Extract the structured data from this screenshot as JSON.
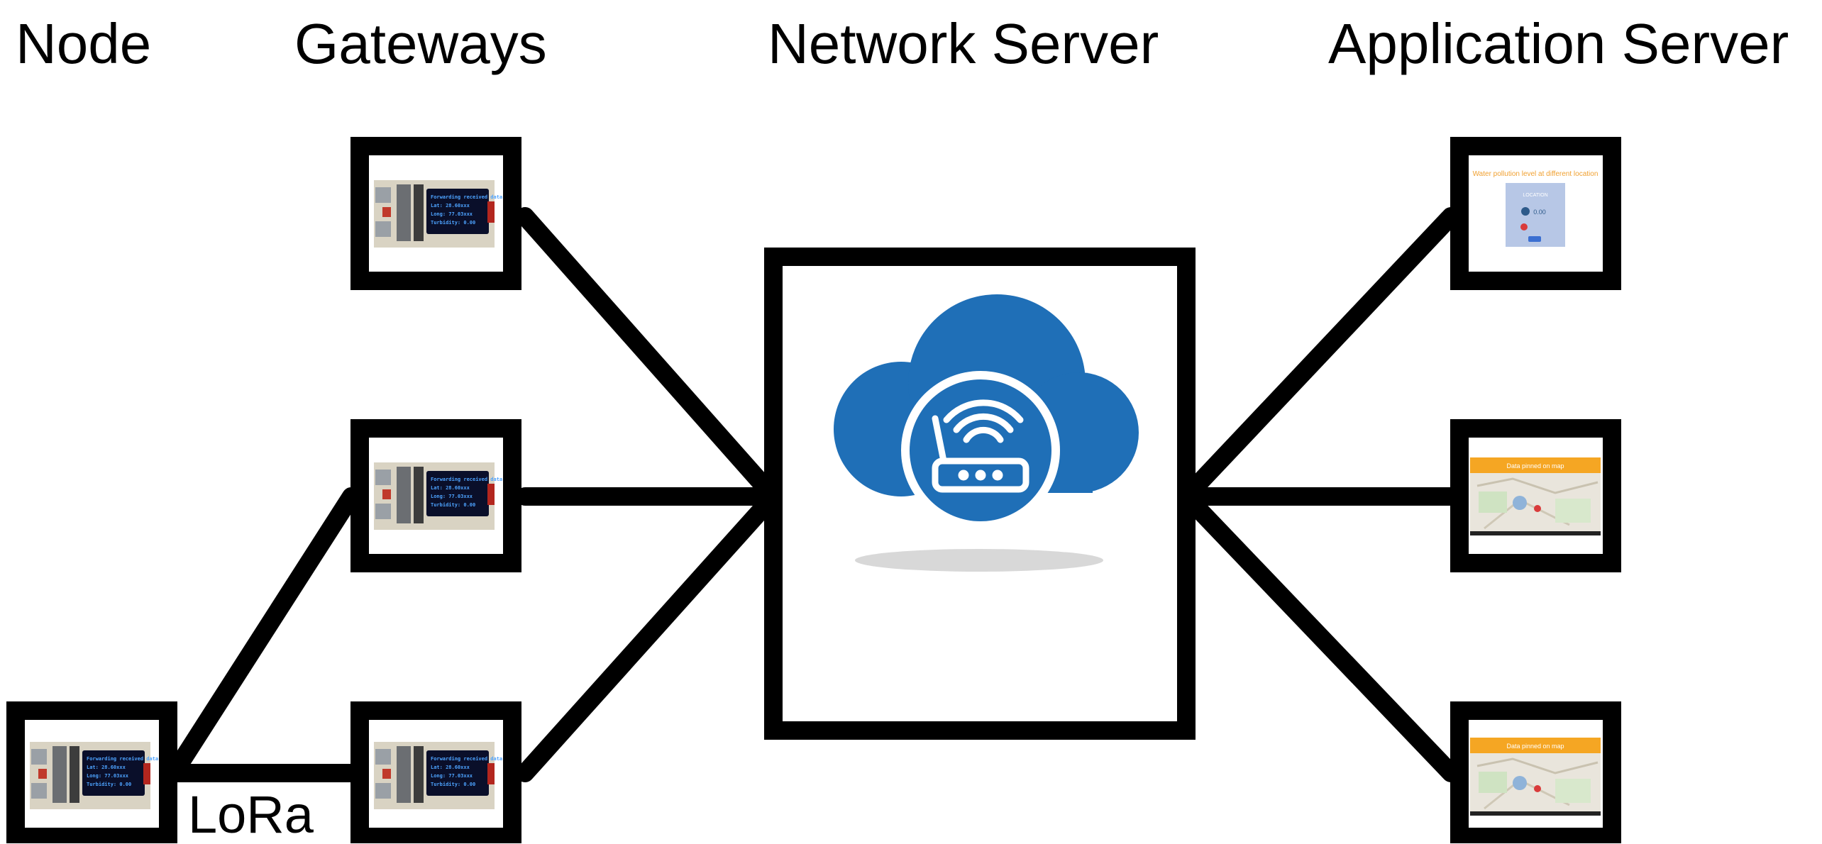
{
  "headings": {
    "node": "Node",
    "gateways": "Gateways",
    "network_server": "Network Server",
    "application_server": "Application Server"
  },
  "link_label": "LoRa",
  "device_screen_lines": [
    "Forwarding received data",
    "Lat:       28.60xxx",
    "Long:      77.03xxx",
    "Turbidity:  0.00"
  ],
  "app_panels": {
    "top_title": "Water pollution level at different location",
    "top_card_label": "LOCATION",
    "top_card_value": "0.00",
    "map_banner": "Data pinned on map"
  },
  "icons": {
    "cloud": "cloud-icon",
    "router": "wifi-router-icon"
  },
  "colors": {
    "line": "#000000",
    "cloud": "#1f6fb7",
    "board": "#d9d3c3",
    "screen": "#0a0f2a",
    "map_banner": "#f5a623",
    "app_title": "#f0a030",
    "card": "#b7c7e6"
  }
}
